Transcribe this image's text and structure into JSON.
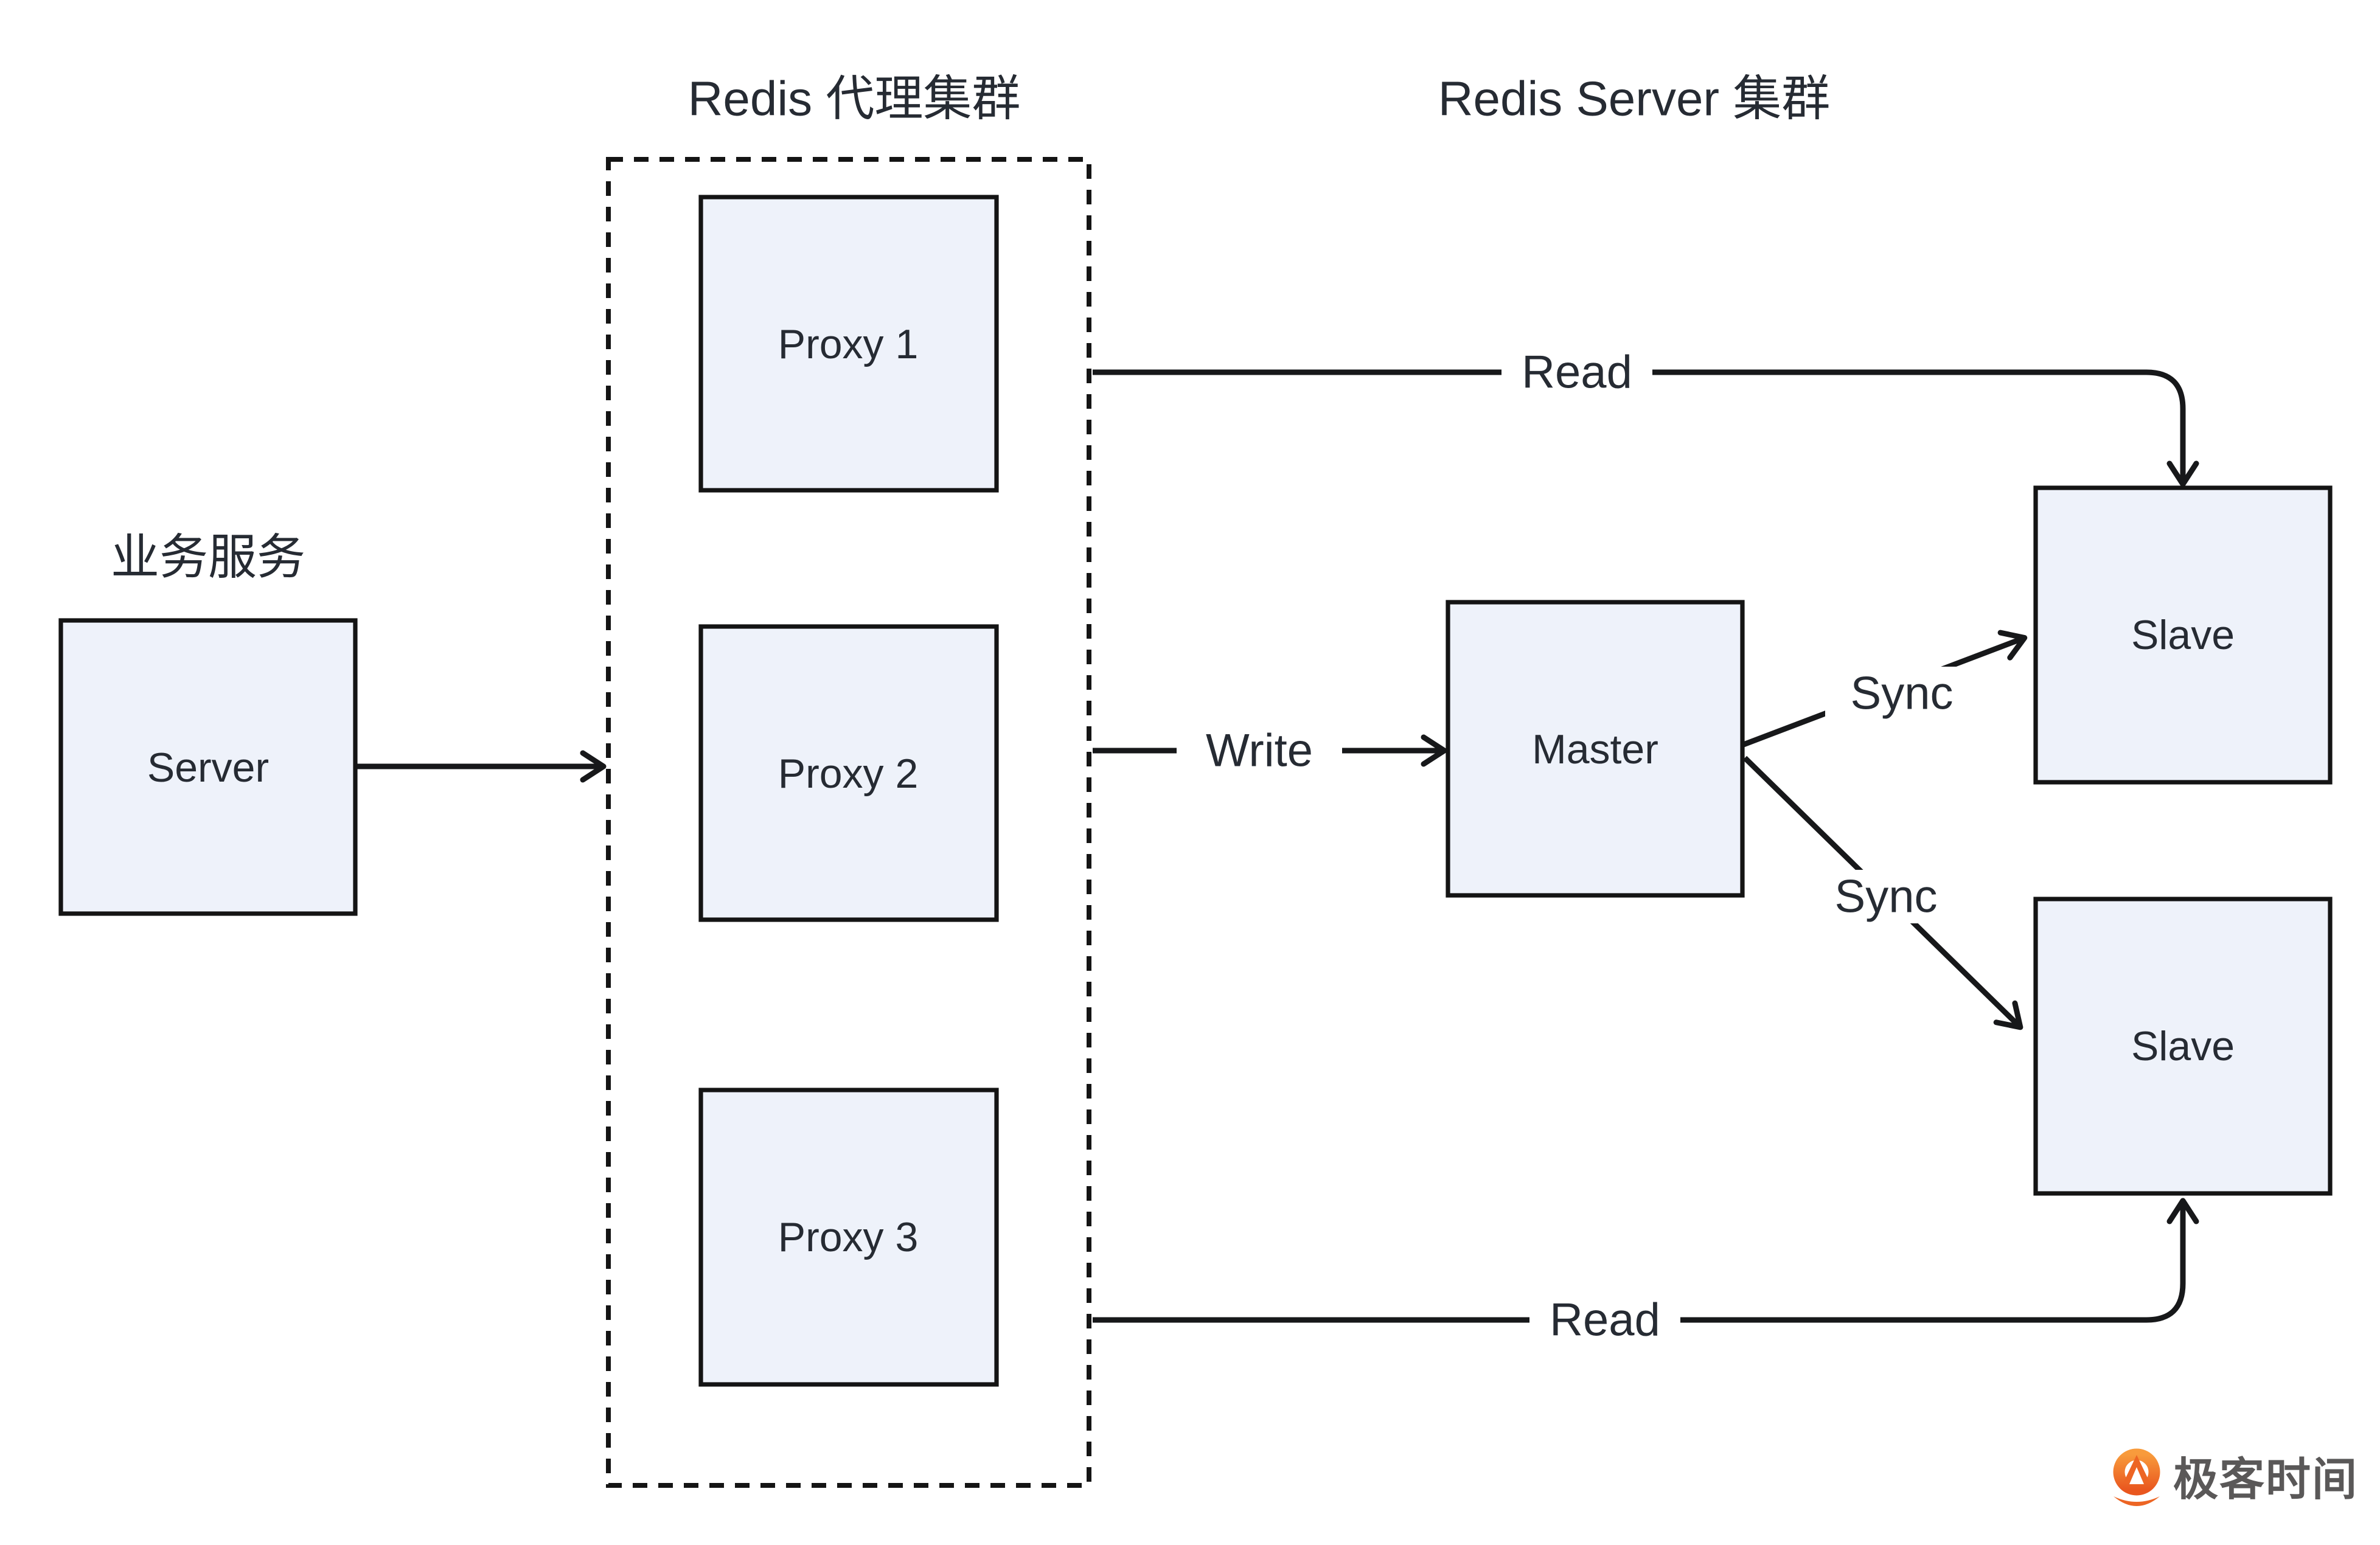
{
  "page": {
    "background": "#ffffff"
  },
  "diagram": {
    "titles": {
      "business_service": "业务服务",
      "proxy_cluster": "Redis 代理集群",
      "server_cluster": "Redis Server 集群"
    },
    "nodes": {
      "server": {
        "label": "Server"
      },
      "proxy1": {
        "label": "Proxy 1"
      },
      "proxy2": {
        "label": "Proxy 2"
      },
      "proxy3": {
        "label": "Proxy 3"
      },
      "master": {
        "label": "Master"
      },
      "slave_top": {
        "label": "Slave"
      },
      "slave_bottom": {
        "label": "Slave"
      }
    },
    "edges": {
      "read_top": {
        "label": "Read"
      },
      "write": {
        "label": "Write"
      },
      "sync_top": {
        "label": "Sync"
      },
      "sync_bottom": {
        "label": "Sync"
      },
      "read_bottom": {
        "label": "Read"
      }
    },
    "colors": {
      "node_fill": "#eef2fa",
      "node_border": "#141414",
      "line": "#17181a",
      "text": "#262b33",
      "logo_orange_top": "#f89b3c",
      "logo_orange_bottom": "#e9571f",
      "logo_orange": "#ed6524",
      "logo_text_color": "#5a5858"
    }
  },
  "watermark": {
    "brand": "极客时间"
  }
}
